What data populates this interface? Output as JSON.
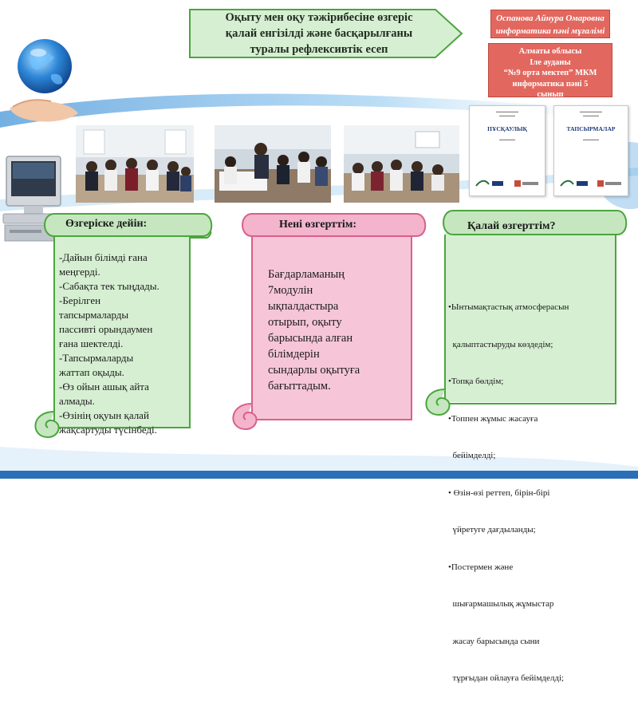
{
  "title": {
    "lines": [
      "Оқыту мен оқу тәжірибесіне өзгеріс",
      "қалай енгізілді және басқарылғаны",
      "туралы рефлексивтік есеп"
    ]
  },
  "author": {
    "lines": [
      "Оспанова Айнура Омаровна",
      "информатика пәні мұғалімі"
    ]
  },
  "school": {
    "lines": [
      "Алматы облысы",
      "Іле ауданы",
      "“№9 орта мектеп” МКМ",
      "информатика пәні 5",
      "сынып"
    ]
  },
  "documents": [
    {
      "title": "ПҰСҚАУЛЫҚ"
    },
    {
      "title": "ТАПСЫРМАЛАР"
    }
  ],
  "panels": {
    "before": {
      "heading": "Өзгеріске дейін:",
      "lines": [
        "-Дайын білімді ғана",
        "меңгерді.",
        "-Сабақта тек тыңдады.",
        "-Берілген",
        "тапсырмаларды",
        "пассивті орындаумен",
        "ғана шектелді.",
        "-Тапсырмаларды",
        "жаттап оқыды.",
        "-Өз ойын ашық айта",
        "алмады.",
        "-Өзінің оқуын қалай",
        "жақсартуды түсінбеді."
      ]
    },
    "what": {
      "heading": "Нені өзгерттім:",
      "lines": [
        "Бағдарламаның",
        "7модулін",
        "ықпалдастыра",
        "отырып, оқыту",
        "барысында алған",
        "білімдерін",
        "сындарлы оқытуға",
        "бағыттадым."
      ]
    },
    "how": {
      "heading": "Қалай  өзгерттім?",
      "lines": [
        "•Ынтымақтастық атмосферасын",
        "  қалыптастыруды көздедім;",
        "•Топқа бөлдім;",
        "•Топпен жұмыс жасауға",
        "  бейімделді;",
        "• Өзін-өзі реттеп, бірін-бірі",
        "  үйретуге дағдыланды;",
        "•Постермен және",
        "  шығармашылық жұмыстар",
        "  жасау барысында сыни",
        "  тұрғыдан ойлауға бейімделді;"
      ]
    }
  },
  "colors": {
    "green_panel": "#d6efd2",
    "green_border": "#4aa63c",
    "pink_panel": "#f6c6d8",
    "pink_border": "#d8608a",
    "blue_panel": "#2a80c8",
    "salmon": "#e2685f",
    "title_arrow": "#d6efd2"
  }
}
